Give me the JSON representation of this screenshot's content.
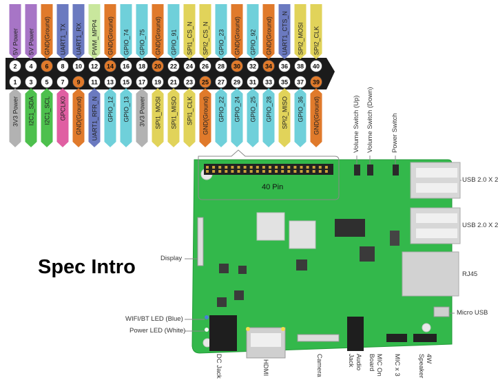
{
  "title": "Spec Intro",
  "colors": {
    "power5v": "#a775c6",
    "ground": "#e07a2b",
    "uart": "#6b7ac0",
    "pwm": "#c9e79d",
    "gpio": "#6fd0da",
    "spi": "#e1d35a",
    "power3v3": "#b2b2b2",
    "i2c": "#4dc04d",
    "gpclk": "#e05fa2",
    "board": "#32b94a",
    "header_bar": "#1b1b1b"
  },
  "top_pins": [
    {
      "num": "2",
      "label": "5V Power",
      "kind": "power5v"
    },
    {
      "num": "4",
      "label": "5V Power",
      "kind": "power5v"
    },
    {
      "num": "6",
      "label": "GND(Ground)",
      "kind": "ground"
    },
    {
      "num": "8",
      "label": "UART1_TX",
      "kind": "uart"
    },
    {
      "num": "10",
      "label": "UART1_RX",
      "kind": "uart"
    },
    {
      "num": "12",
      "label": "PWM_MPP4",
      "kind": "pwm"
    },
    {
      "num": "14",
      "label": "GND(Ground)",
      "kind": "ground"
    },
    {
      "num": "16",
      "label": "GPIO_74",
      "kind": "gpio"
    },
    {
      "num": "18",
      "label": "GPIO_75",
      "kind": "gpio"
    },
    {
      "num": "20",
      "label": "GND(Ground)",
      "kind": "ground"
    },
    {
      "num": "22",
      "label": "GPIO_91",
      "kind": "gpio"
    },
    {
      "num": "24",
      "label": "SPI1_CS_N",
      "kind": "spi"
    },
    {
      "num": "26",
      "label": "SPI2_CS_N",
      "kind": "spi"
    },
    {
      "num": "28",
      "label": "GPIO_23",
      "kind": "gpio"
    },
    {
      "num": "30",
      "label": "GND(Ground)",
      "kind": "ground"
    },
    {
      "num": "32",
      "label": "GPIO_92",
      "kind": "gpio"
    },
    {
      "num": "34",
      "label": "GND(Ground)",
      "kind": "ground"
    },
    {
      "num": "36",
      "label": "UART1_CTS_N",
      "kind": "uart"
    },
    {
      "num": "38",
      "label": "SPI2_MOSI",
      "kind": "spi"
    },
    {
      "num": "40",
      "label": "SPI2_CLK",
      "kind": "spi"
    }
  ],
  "bottom_pins": [
    {
      "num": "1",
      "label": "3V3 Power",
      "kind": "power3v3"
    },
    {
      "num": "3",
      "label": "I2C1_SDA",
      "kind": "i2c"
    },
    {
      "num": "5",
      "label": "I2C1_SCL",
      "kind": "i2c"
    },
    {
      "num": "7",
      "label": "GPCLK0",
      "kind": "gpclk"
    },
    {
      "num": "9",
      "label": "GND(Ground)",
      "kind": "ground"
    },
    {
      "num": "11",
      "label": "UART1_RFR_N",
      "kind": "uart"
    },
    {
      "num": "13",
      "label": "GPIO_12",
      "kind": "gpio"
    },
    {
      "num": "15",
      "label": "GPIO_13",
      "kind": "gpio"
    },
    {
      "num": "17",
      "label": "3V3 Power",
      "kind": "power3v3"
    },
    {
      "num": "19",
      "label": "SPI1_MOSI",
      "kind": "spi"
    },
    {
      "num": "21",
      "label": "SPI1_MISO",
      "kind": "spi"
    },
    {
      "num": "23",
      "label": "SPI1_CLK",
      "kind": "spi"
    },
    {
      "num": "25",
      "label": "GND(Ground)",
      "kind": "ground"
    },
    {
      "num": "27",
      "label": "GPIO_22",
      "kind": "gpio"
    },
    {
      "num": "29",
      "label": "GPIO_24",
      "kind": "gpio"
    },
    {
      "num": "31",
      "label": "GPIO_25",
      "kind": "gpio"
    },
    {
      "num": "33",
      "label": "GPIO_28",
      "kind": "gpio"
    },
    {
      "num": "35",
      "label": "SPI2_MISO",
      "kind": "spi"
    },
    {
      "num": "37",
      "label": "GPIO_36",
      "kind": "gpio"
    },
    {
      "num": "39",
      "label": "GND(Ground)",
      "kind": "ground"
    }
  ],
  "board_labels": {
    "pin_header": "40 Pin",
    "volume_up": "Volume Switch (Up)",
    "volume_down": "Volume Switch (Down)",
    "power_switch": "Power Switch",
    "usb_top": "USB 2.0 X 2",
    "usb_bottom": "USB 2.0 X 2",
    "rj45": "RJ45",
    "micro_usb": "Micro USB",
    "display": "Display",
    "wifi_led": "WIFI/BT LED (Blue)",
    "power_led": "Power LED (White)",
    "dc_jack": "DC Jack",
    "hdmi": "HDMI",
    "camera": "Camera",
    "audio_jack": "Audio Jack",
    "mic_onboard": "MIC On Board",
    "mic_x3": "MIC x 3",
    "speaker": "4W Speaker"
  }
}
